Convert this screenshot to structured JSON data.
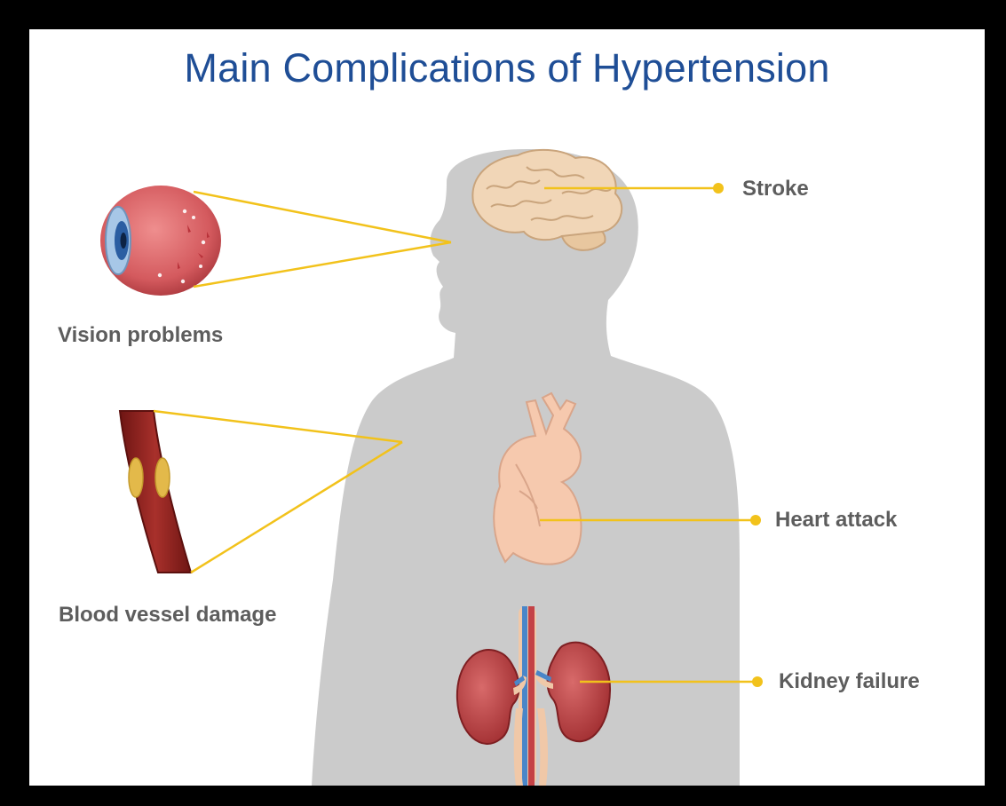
{
  "title": "Main Complications of Hypertension",
  "labels": {
    "stroke": "Stroke",
    "vision": "Vision problems",
    "blood_vessel": "Blood vessel damage",
    "heart": "Heart attack",
    "kidney": "Kidney failure"
  },
  "colors": {
    "title": "#1f4e96",
    "label_text": "#5d5d5d",
    "silhouette": "#cbcbcb",
    "leader_line": "#f2c21b",
    "artery": "#8e1f1c",
    "plaque": "#e3b94a"
  },
  "icons": [
    "body-silhouette",
    "brain-icon",
    "eye-icon",
    "artery-icon",
    "heart-icon",
    "kidneys-icon"
  ]
}
